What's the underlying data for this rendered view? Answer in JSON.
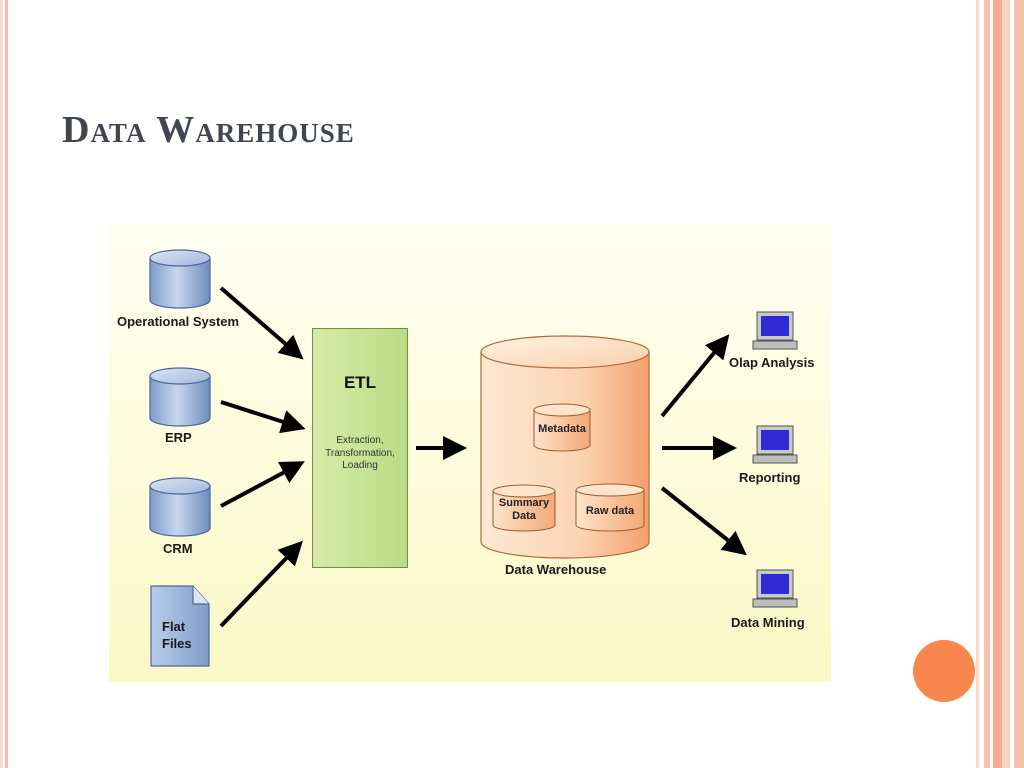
{
  "slide": {
    "title": "Data Warehouse"
  },
  "diagram": {
    "sources": [
      {
        "label": "Operational System",
        "icon": "database-icon"
      },
      {
        "label": "ERP",
        "icon": "database-icon"
      },
      {
        "label": "CRM",
        "icon": "database-icon"
      },
      {
        "label": "Flat Files",
        "icon": "document-icon"
      }
    ],
    "etl": {
      "title": "ETL",
      "lines": [
        "Extraction,",
        "Transformation,",
        "Loading"
      ]
    },
    "warehouse": {
      "label": "Data Warehouse",
      "components": [
        "Metadata",
        "Summary Data",
        "Raw data"
      ]
    },
    "outputs": [
      {
        "label": "Olap Analysis",
        "icon": "computer-icon"
      },
      {
        "label": "Reporting",
        "icon": "computer-icon"
      },
      {
        "label": "Data Mining",
        "icon": "computer-icon"
      }
    ]
  },
  "colors": {
    "accent": "#f7874f",
    "title": "#404552",
    "etl_fill": "#c6e39a",
    "warehouse_fill": "#f8c6a0",
    "database_fill": "#a9c0e0"
  }
}
